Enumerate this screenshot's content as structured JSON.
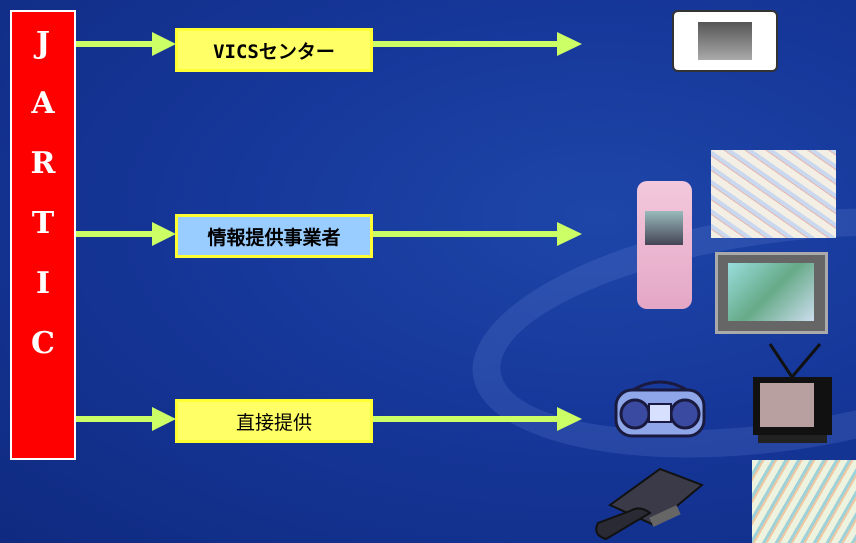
{
  "source": {
    "letters": [
      "J",
      "A",
      "R",
      "T",
      "I",
      "C"
    ],
    "color": "#ff0000"
  },
  "channels": [
    {
      "label": "VICSセンター",
      "box_color": "#ffff66"
    },
    {
      "label": "情報提供事業者",
      "box_color": "#99ccff"
    },
    {
      "label": "直接提供",
      "box_color": "#ffff66"
    }
  ],
  "devices": [
    {
      "name": "car-navigation-unit-icon"
    },
    {
      "name": "road-map-icon"
    },
    {
      "name": "mobile-phone-icon"
    },
    {
      "name": "monitor-map-icon"
    },
    {
      "name": "radio-cassette-icon"
    },
    {
      "name": "television-icon"
    },
    {
      "name": "telephone-icon"
    },
    {
      "name": "regional-map-icon"
    }
  ],
  "colors": {
    "background": "#16379a",
    "arrow": "#ccff66"
  }
}
